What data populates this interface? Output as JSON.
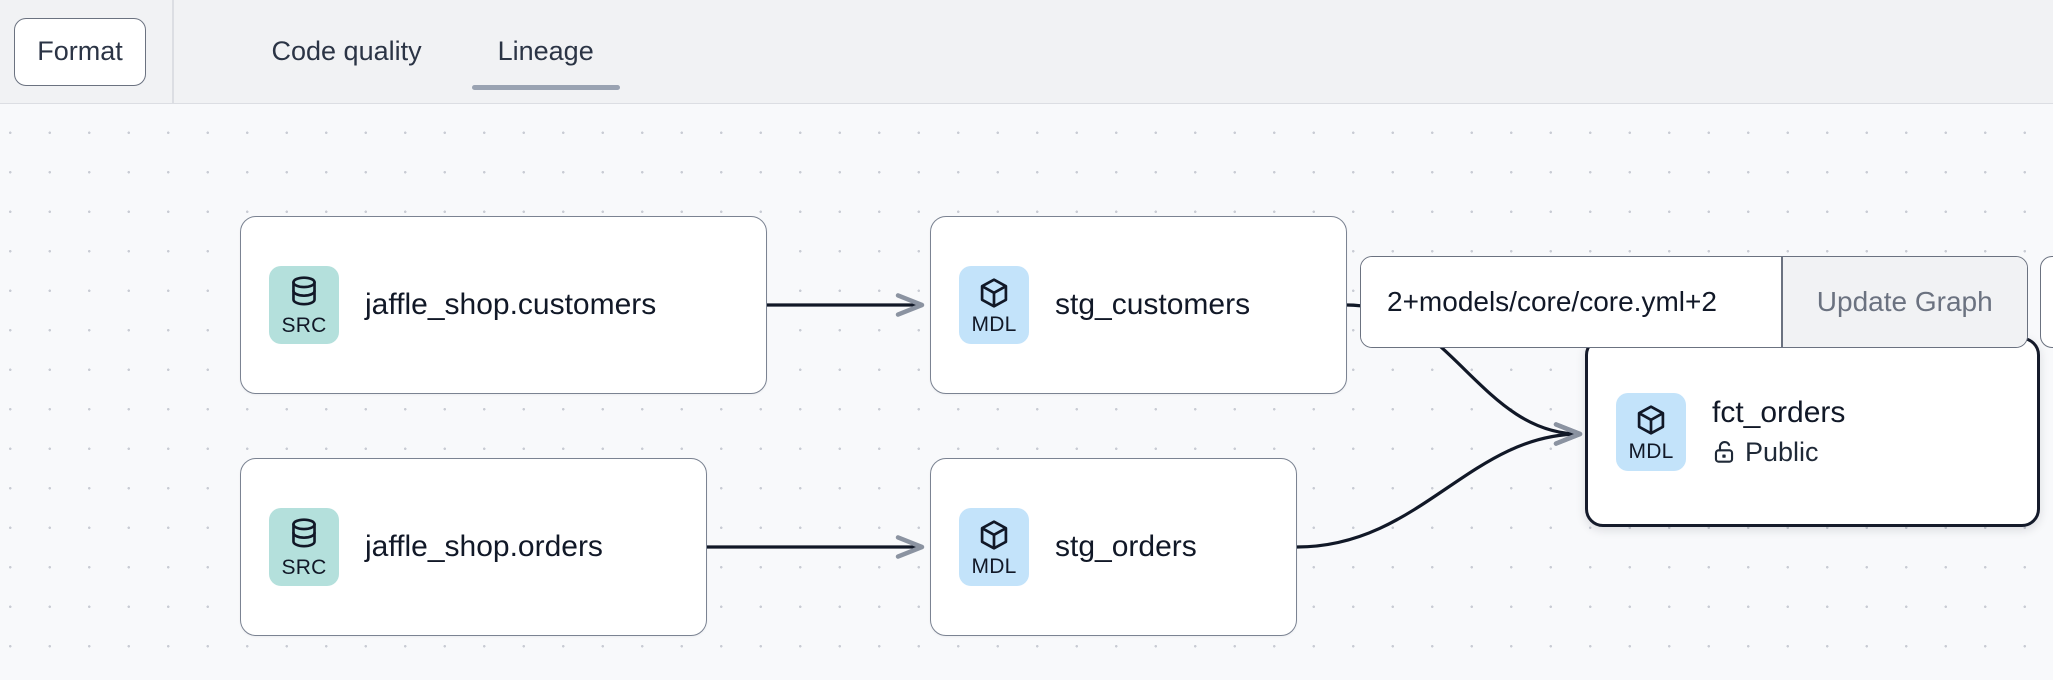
{
  "toolbar": {
    "format_label": "Format",
    "tabs": [
      {
        "label": "Code quality",
        "active": false
      },
      {
        "label": "Lineage",
        "active": true
      }
    ]
  },
  "graph_control": {
    "selector_value": "2+models/core/core.yml+2",
    "selector_placeholder": "2+models/core/core.yml+2",
    "update_label": "Update Graph"
  },
  "lineage": {
    "nodes": [
      {
        "id": "jaffle_shop_customers",
        "title": "jaffle_shop.customers",
        "badge": "SRC",
        "badge_icon": "database-icon",
        "badge_color": "#b4e0dc",
        "subtitle": null,
        "selected": false
      },
      {
        "id": "jaffle_shop_orders",
        "title": "jaffle_shop.orders",
        "badge": "SRC",
        "badge_icon": "database-icon",
        "badge_color": "#b4e0dc",
        "subtitle": null,
        "selected": false
      },
      {
        "id": "stg_customers",
        "title": "stg_customers",
        "badge": "MDL",
        "badge_icon": "cube-icon",
        "badge_color": "#c3e3fa",
        "subtitle": null,
        "selected": false
      },
      {
        "id": "stg_orders",
        "title": "stg_orders",
        "badge": "MDL",
        "badge_icon": "cube-icon",
        "badge_color": "#c3e3fa",
        "subtitle": null,
        "selected": false
      },
      {
        "id": "fct_orders",
        "title": "fct_orders",
        "badge": "MDL",
        "badge_icon": "cube-icon",
        "badge_color": "#c3e3fa",
        "subtitle": "Public",
        "subtitle_icon": "unlock-icon",
        "selected": true
      }
    ],
    "edges": [
      {
        "from": "jaffle_shop_customers",
        "to": "stg_customers"
      },
      {
        "from": "jaffle_shop_orders",
        "to": "stg_orders"
      },
      {
        "from": "stg_customers",
        "to": "fct_orders"
      },
      {
        "from": "stg_orders",
        "to": "fct_orders"
      }
    ],
    "edge_color": "#111827"
  },
  "colors": {
    "header_bg": "#f1f2f4",
    "canvas_bg": "#f8f9fb",
    "node_border": "#7b8392",
    "node_selected_border": "#151b2b",
    "tab_underline": "#9aa3b2",
    "text": "#111827",
    "muted_text": "#6b7280"
  }
}
